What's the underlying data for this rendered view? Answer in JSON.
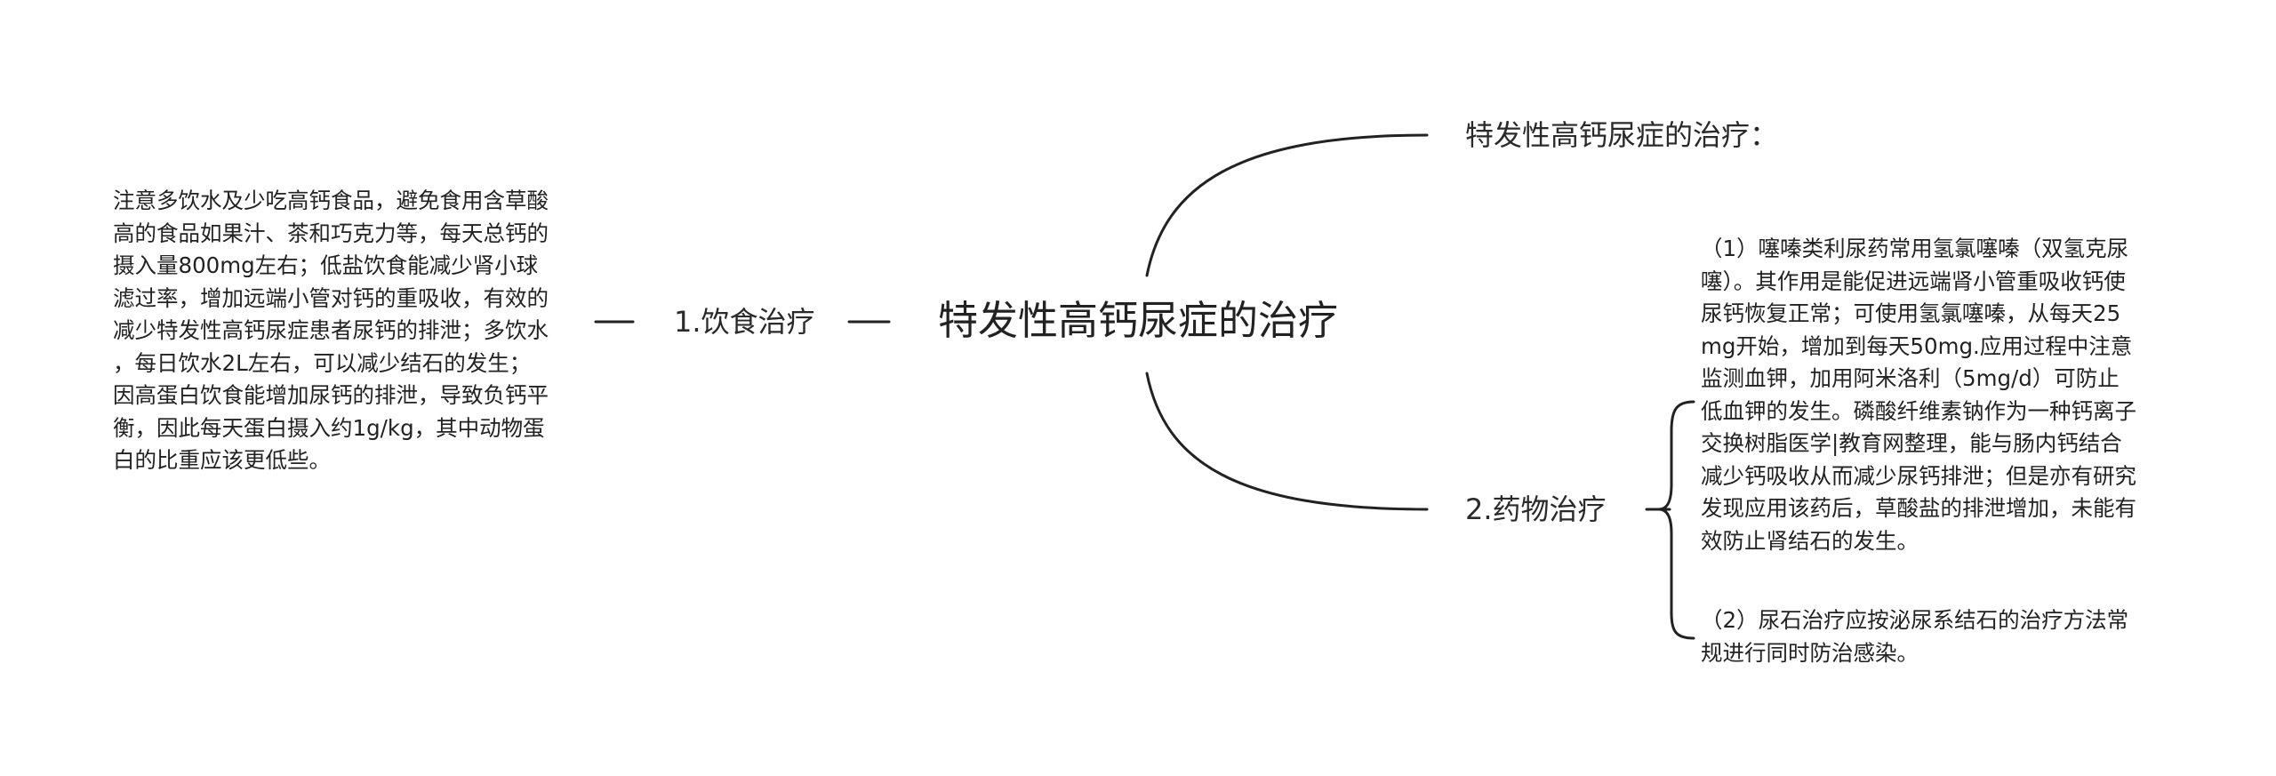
{
  "root": {
    "label": "特发性高钙尿症的治疗"
  },
  "branches": {
    "top": {
      "label": "特发性高钙尿症的治疗："
    },
    "diet": {
      "label": "1.饮食治疗",
      "text": "注意多饮水及少吃高钙食品，避免食用含草酸\n高的食品如果汁、茶和巧克力等，每天总钙的\n摄入量800mg左右；低盐饮食能减少肾小球\n滤过率，增加远端小管对钙的重吸收，有效的\n减少特发性高钙尿症患者尿钙的排泄；多饮水\n，每日饮水2L左右，可以减少结石的发生；\n因高蛋白饮食能增加尿钙的排泄，导致负钙平\n衡，因此每天蛋白摄入约1g/kg，其中动物蛋\n白的比重应该更低些。"
    },
    "drug": {
      "label": "2.药物治疗",
      "items": [
        {
          "text": "（1）噻嗪类利尿药常用氢氯噻嗪（双氢克尿\n噻）。其作用是能促进远端肾小管重吸收钙使\n尿钙恢复正常；可使用氢氯噻嗪，从每天25\nmg开始，增加到每天50mg.应用过程中注意\n监测血钾，加用阿米洛利（5mg/d）可防止\n低血钾的发生。磷酸纤维素钠作为一种钙离子\n交换树脂医学|教育网整理，能与肠内钙结合\n减少钙吸收从而减少尿钙排泄；但是亦有研究\n发现应用该药后，草酸盐的排泄增加，未能有\n效防止肾结石的发生。"
        },
        {
          "text": "（2）尿石治疗应按泌尿系结石的治疗方法常\n规进行同时防治感染。"
        }
      ]
    }
  },
  "colors": {
    "line": "#222222",
    "text": "#222222"
  }
}
